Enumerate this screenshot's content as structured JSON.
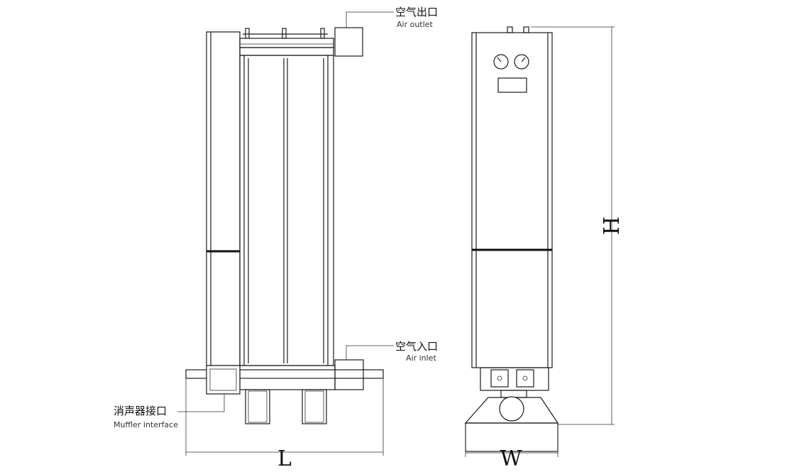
{
  "callouts": {
    "air_outlet": {
      "zh": "空气出口",
      "en": "Air outlet"
    },
    "air_inlet": {
      "zh": "空气入口",
      "en": "Air inlet"
    },
    "muffler": {
      "zh": "消声器接口",
      "en": "Muffler interface"
    }
  },
  "dimensions": {
    "length": "L",
    "width": "W",
    "height": "H"
  }
}
